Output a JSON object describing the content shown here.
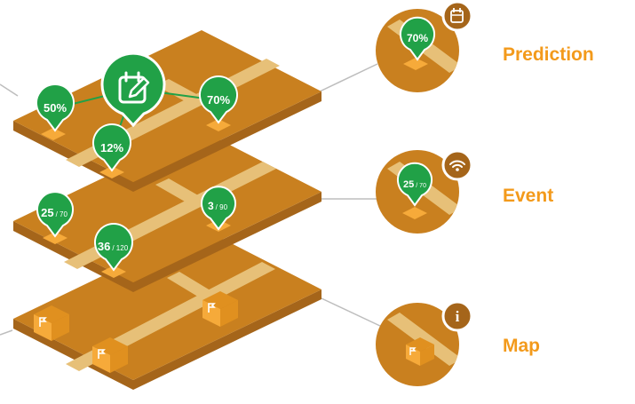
{
  "colors": {
    "plate_top": "#c9801f",
    "plate_side": "#a5651a",
    "road": "#e7c078",
    "pin": "#21a147",
    "pin_ring": "#ffffff",
    "marker": "#f6aa3a",
    "badge": "#a5651a",
    "label": "#f39a1b",
    "connector": "#bdbdbd"
  },
  "layers": {
    "prediction": {
      "icon": "calendar-edit-icon",
      "pins": [
        {
          "value": "50%"
        },
        {
          "value": "12%"
        },
        {
          "value": "70%"
        }
      ]
    },
    "event": {
      "pins": [
        {
          "value": "25",
          "total": "/ 70"
        },
        {
          "value": "36",
          "total": "/ 120"
        },
        {
          "value": "3",
          "total": "/ 90"
        }
      ]
    },
    "map": {
      "icon": "flag-box-icon",
      "places": 3
    }
  },
  "legend": [
    {
      "label": "Prediction",
      "icon": "calendar-icon",
      "pin_value": "70%",
      "pin_total": ""
    },
    {
      "label": "Event",
      "icon": "wifi-icon",
      "pin_value": "25",
      "pin_total": "/ 70"
    },
    {
      "label": "Map",
      "icon": "info-icon",
      "pin_value": "",
      "pin_total": ""
    }
  ]
}
